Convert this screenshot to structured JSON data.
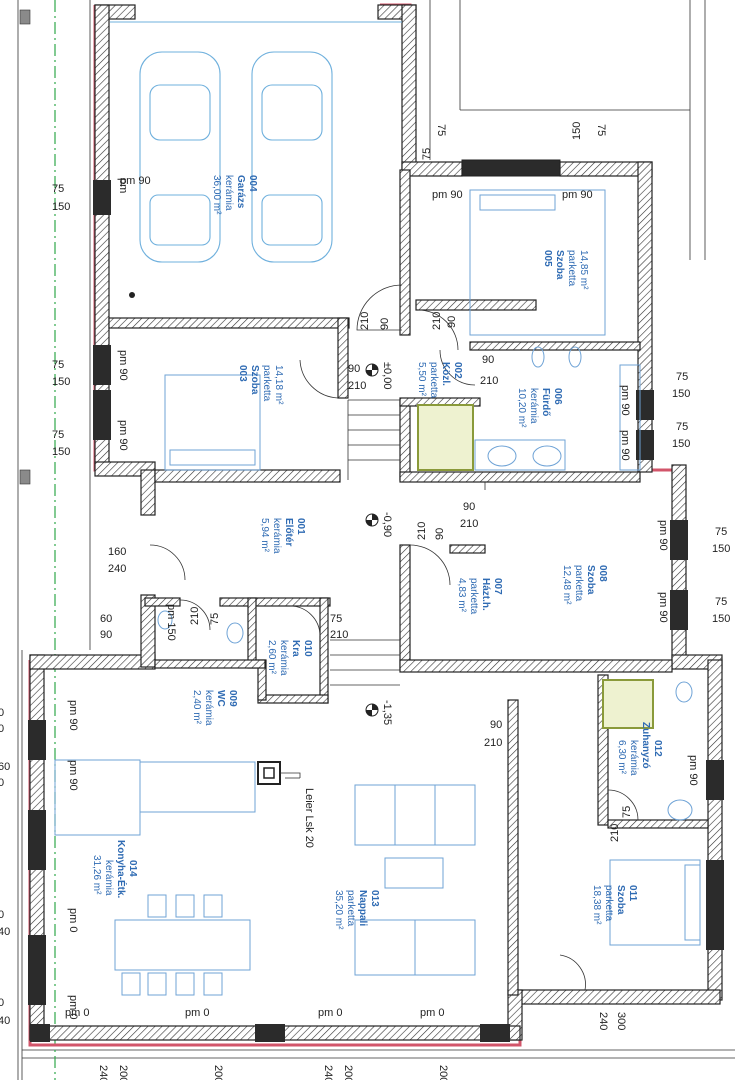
{
  "rooms": [
    {
      "id": "r004",
      "number": "004",
      "name": "Garázs",
      "floor": "kerámia",
      "area": "36,00 m²"
    },
    {
      "id": "r005",
      "number": "005",
      "name": "Szoba",
      "floor": "parketta",
      "area": "14,85 m²"
    },
    {
      "id": "r003",
      "number": "003",
      "name": "Szoba",
      "floor": "parketta",
      "area": "14,18 m²"
    },
    {
      "id": "r002",
      "number": "002",
      "name": "Közl.",
      "floor": "parketta",
      "area": "5,50 m²"
    },
    {
      "id": "r006",
      "number": "006",
      "name": "Fürdő",
      "floor": "kerámia",
      "area": "10,20 m²"
    },
    {
      "id": "r001",
      "number": "001",
      "name": "Előtér",
      "floor": "kerámia",
      "area": "5,94 m²"
    },
    {
      "id": "r007",
      "number": "007",
      "name": "Házt.h.",
      "floor": "parketta",
      "area": "4,83 m²"
    },
    {
      "id": "r008",
      "number": "008",
      "name": "Szoba",
      "floor": "parketta",
      "area": "12,48 m²"
    },
    {
      "id": "r010",
      "number": "010",
      "name": "Kra",
      "floor": "kerámia",
      "area": "2,60 m²"
    },
    {
      "id": "r009",
      "number": "009",
      "name": "WC",
      "floor": "kerámia",
      "area": "2,40 m²"
    },
    {
      "id": "r012",
      "number": "012",
      "name": "Zuhanyzó",
      "floor": "kerámia",
      "area": "6,30 m²"
    },
    {
      "id": "r014",
      "number": "014",
      "name": "Konyha-Étk.",
      "floor": "kerámia",
      "area": "31,26 m²"
    },
    {
      "id": "r013",
      "number": "013",
      "name": "Nappali",
      "floor": "parketta",
      "area": "35,20 m²"
    },
    {
      "id": "r011",
      "number": "011",
      "name": "Szoba",
      "floor": "parketta",
      "area": "18,38 m²"
    }
  ],
  "levels": {
    "top": "±0,00",
    "middle": "-0,90",
    "bottom": "-1,35"
  },
  "callout": "Leier Lsk 20",
  "dims": {
    "d75": "75",
    "d150": "150",
    "d90": "90",
    "d210": "210",
    "d160": "160",
    "d240": "240",
    "d60": "60",
    "d300": "300",
    "d200": "200",
    "d40": "40",
    "d0": "0",
    "pm90": "pm 90",
    "pm0": "pm 0",
    "pm150": "pm 150",
    "pm": "pm"
  },
  "colors": {
    "exterior_edge": "#d2556a",
    "furniture": "#6fa3d6",
    "axis": "#2fa84a",
    "text_blue": "#2f6bb3"
  }
}
